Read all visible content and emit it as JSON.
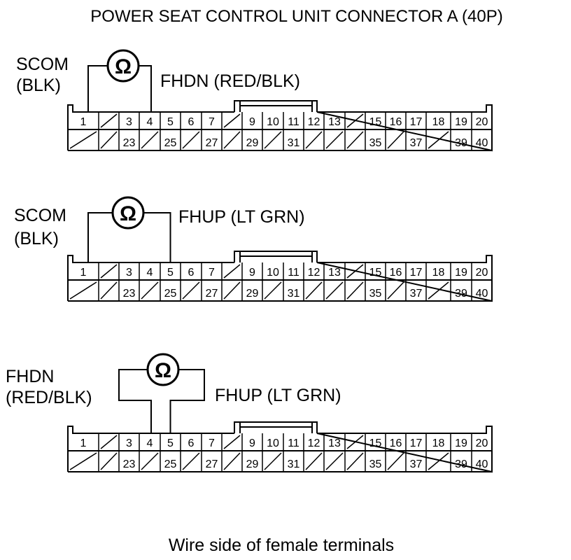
{
  "title": "POWER SEAT CONTROL UNIT CONNECTOR A (40P)",
  "footer": "Wire side of female terminals",
  "ohm_symbol": "Ω",
  "connector": {
    "top_row": [
      "1",
      "",
      "3",
      "4",
      "5",
      "6",
      "7",
      "",
      "9",
      "10",
      "11",
      "12",
      "13",
      "",
      "15",
      "16",
      "17",
      "18",
      "19",
      "20"
    ],
    "bottom_row": [
      "",
      "",
      "23",
      "",
      "25",
      "",
      "27",
      "",
      "29",
      "",
      "31",
      "",
      "",
      "",
      "35",
      "",
      "37",
      "",
      "39",
      "40"
    ]
  },
  "tests": [
    {
      "left_label_lines": [
        "SCOM",
        "(BLK)"
      ],
      "right_label": "FHDN (RED/BLK)",
      "pins": [
        "1",
        "4"
      ]
    },
    {
      "left_label_lines": [
        "SCOM",
        "(BLK)"
      ],
      "right_label": "FHUP (LT GRN)",
      "pins": [
        "1",
        "5"
      ]
    },
    {
      "left_label_lines": [
        "FHDN",
        "(RED/BLK)"
      ],
      "right_label": "FHUP (LT GRN)",
      "pins": [
        "4",
        "5"
      ]
    }
  ]
}
